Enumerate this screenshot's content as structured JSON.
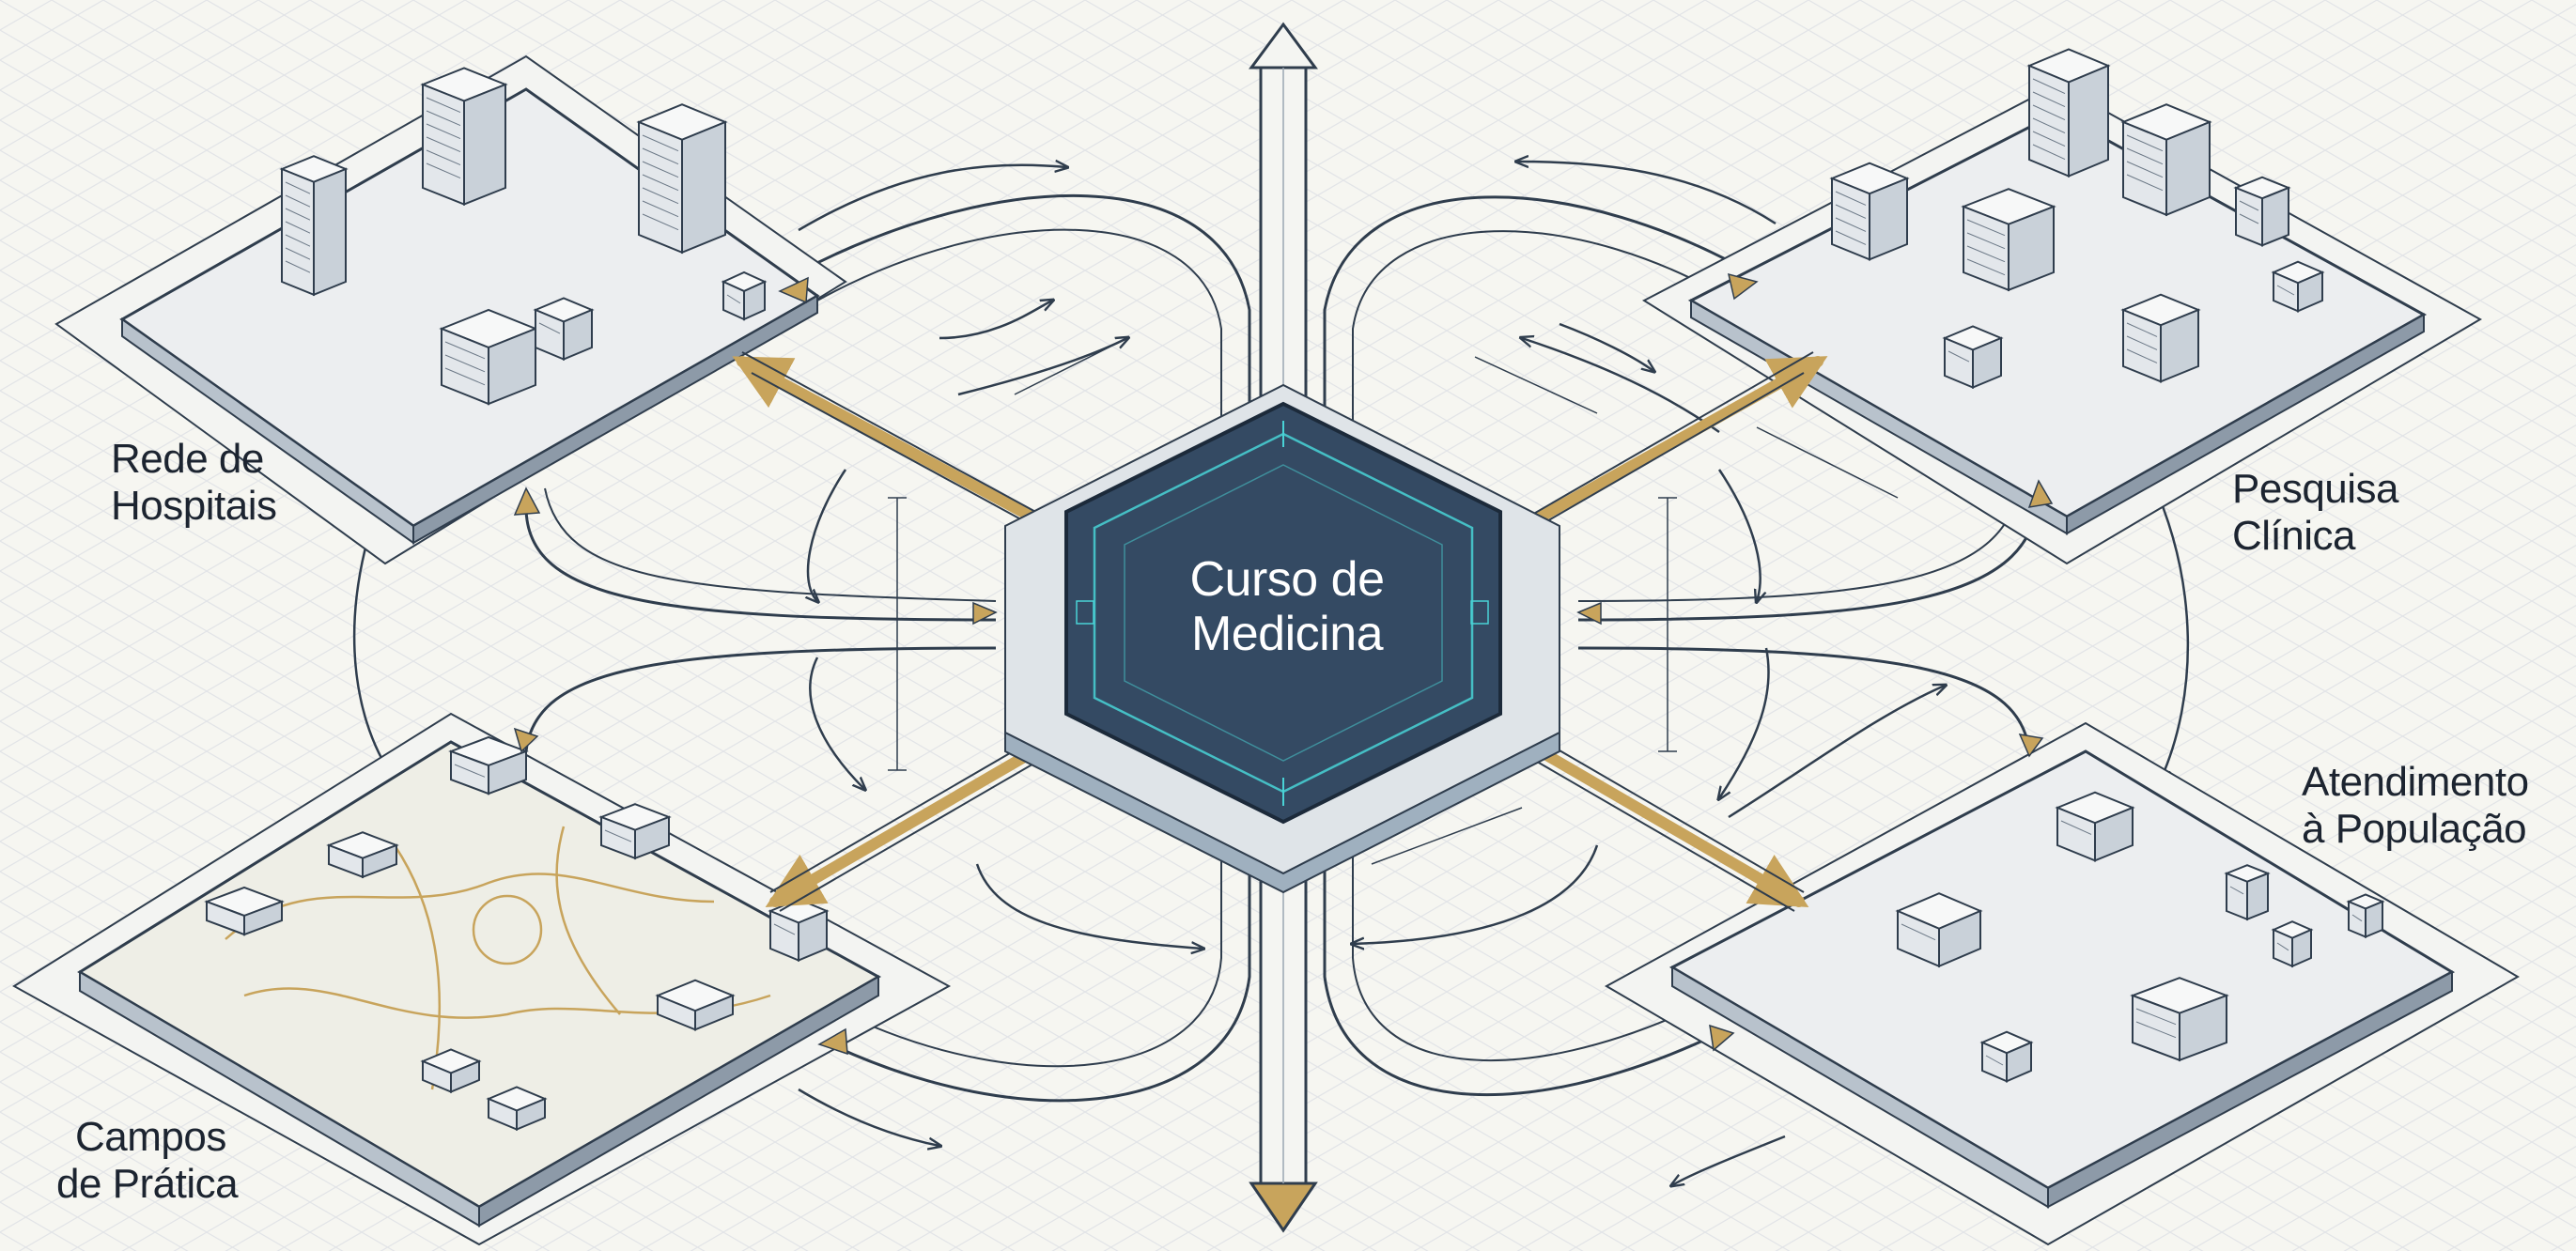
{
  "center": {
    "line1": "Curso de",
    "line2": "Medicina"
  },
  "nodes": {
    "hospitais": {
      "line1": "Rede de",
      "line2": "Hospitais"
    },
    "pesquisa": {
      "line1": "Pesquisa",
      "line2": "Clínica"
    },
    "atendimento": {
      "line1": "Atendimento",
      "line2": "à População"
    },
    "campos": {
      "line1": "Campos",
      "line2": "de Prática"
    }
  },
  "colors": {
    "background": "#f6f6f1",
    "grid": "#dfe2e6",
    "line": "#2f3d4d",
    "accent_gold": "#c8a45c",
    "hub_fill": "#344a63",
    "hub_glow": "#49d3d6"
  }
}
